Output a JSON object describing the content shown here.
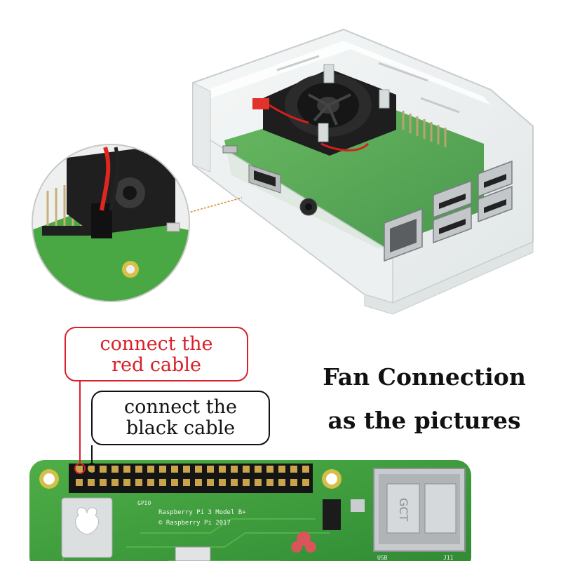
{
  "callouts": {
    "red": {
      "line1": "connect the",
      "line2": "red cable",
      "color": "#d9202a"
    },
    "black": {
      "line1": "connect the",
      "line2": "black cable",
      "color": "#111111"
    }
  },
  "headline": {
    "line1": "Fan Connection",
    "line2": "as the pictures"
  },
  "board": {
    "model_text": "Raspberry Pi 3 Model B+",
    "copyright_text": "© Raspberry Pi 2017",
    "gpio_label": "GPIO",
    "usb_text": "GCT",
    "usb_label": "USB",
    "connector_label": "J11",
    "pcb_color": "#3d9a3a"
  }
}
